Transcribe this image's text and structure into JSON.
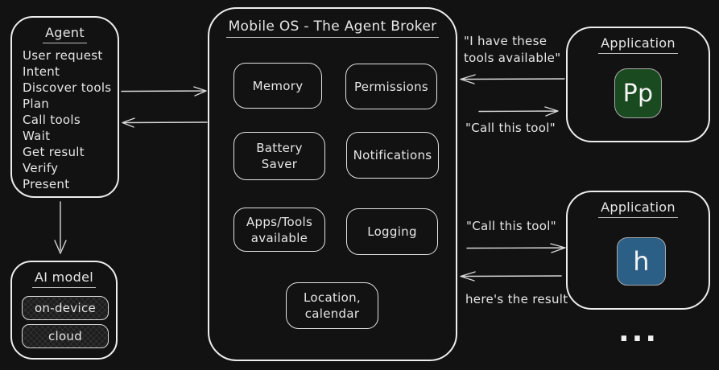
{
  "colors": {
    "background": "#121212",
    "stroke": "#ededed",
    "text": "#e6e6e6",
    "green_app_icon": "#1a4a20",
    "blue_app_icon": "#2c5f85"
  },
  "agent": {
    "title": "Agent",
    "steps": [
      "User request",
      "Intent",
      "Discover tools",
      "Plan",
      "Call tools",
      "Wait",
      "Get result",
      "Verify",
      "Present"
    ]
  },
  "ai_model": {
    "title": "AI model",
    "variants": [
      "on-device",
      "cloud"
    ]
  },
  "broker": {
    "title": "Mobile OS - The Agent Broker",
    "modules": [
      "Memory",
      "Permissions",
      "Battery Saver",
      "Notifications",
      "Apps/Tools available",
      "Logging",
      "Location, calendar"
    ]
  },
  "app_top": {
    "title": "Application",
    "icon_text": "Pp",
    "icon_color": "#1a4a20"
  },
  "app_bottom": {
    "title": "Application",
    "icon_text": "h",
    "icon_color": "#2c5f85"
  },
  "messages": {
    "tools_available": "\"I have these tools available\"",
    "call_this_tool_top": "\"Call this tool\"",
    "call_this_tool_bottom": "\"Call this tool\"",
    "heres_the_result": "here's the result"
  },
  "more_apps_ellipsis": "..."
}
